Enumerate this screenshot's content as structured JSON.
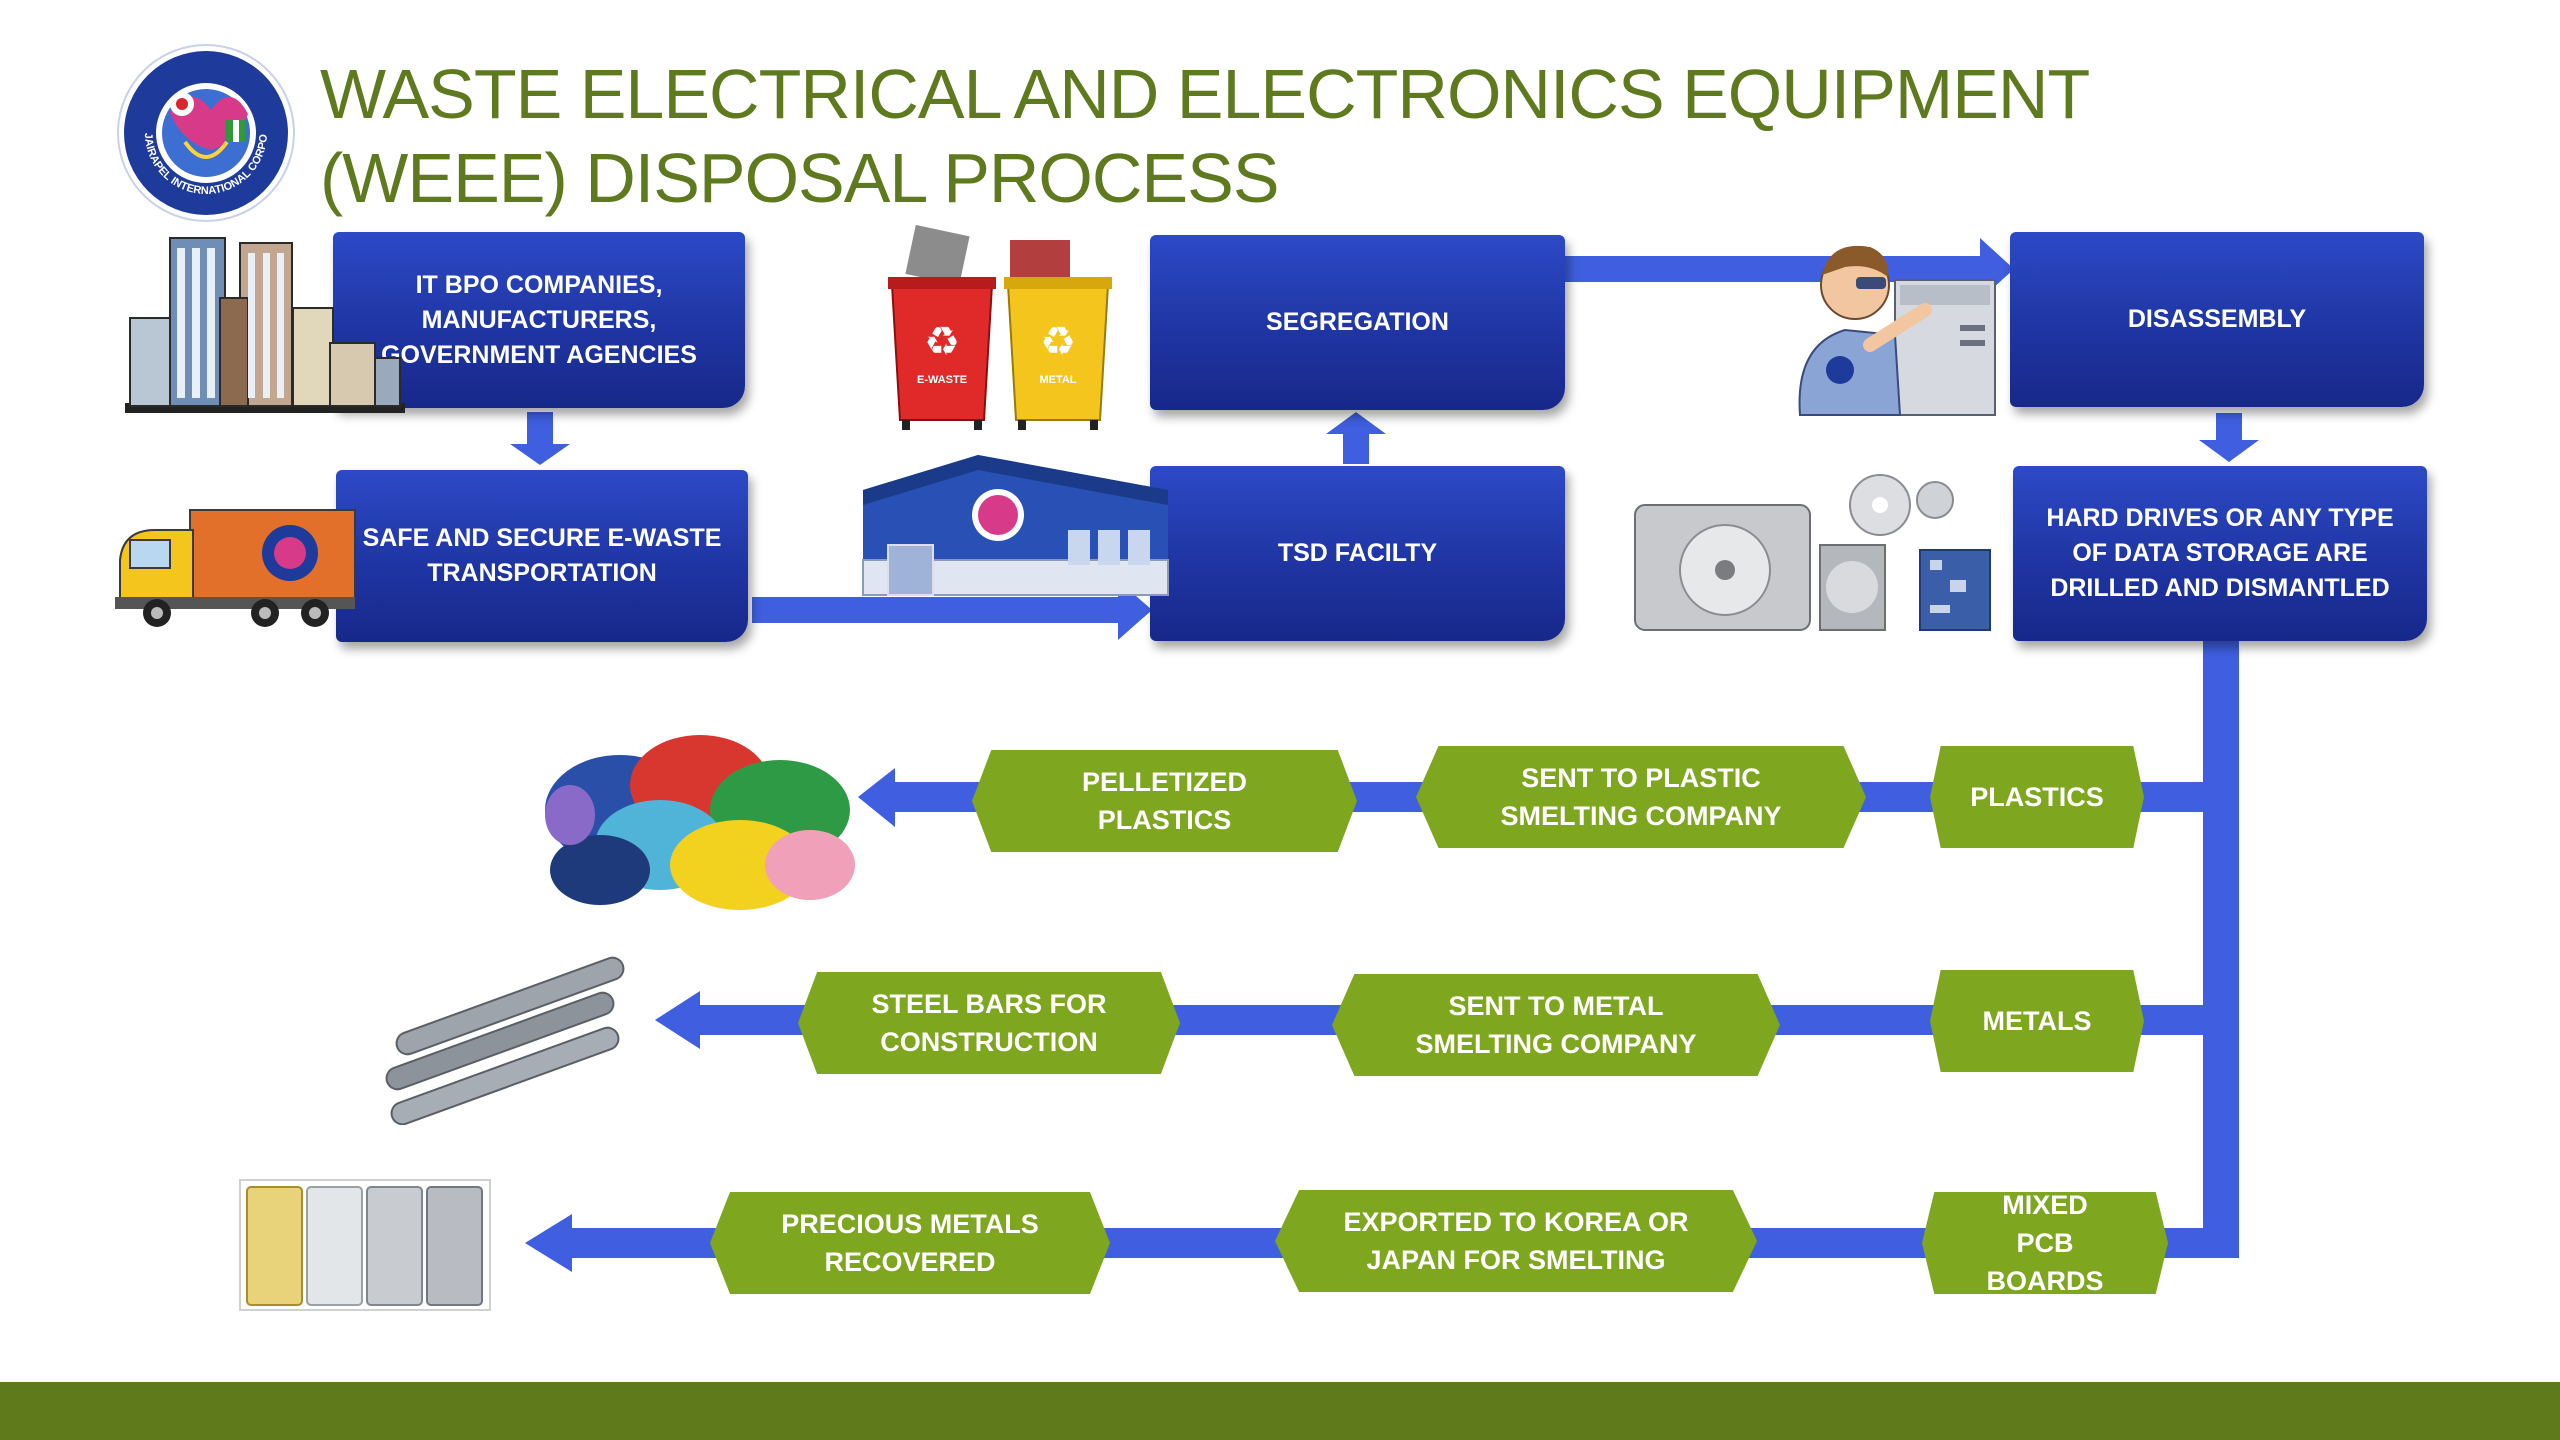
{
  "title": {
    "line1": "WASTE ELECTRICAL AND ELECTRONICS EQUIPMENT",
    "line2": "(WEEE) DISPOSAL PROCESS"
  },
  "logo": {
    "text": "JAIRAPEL INTERNATIONAL CORPORATION"
  },
  "colors": {
    "title": "#5f7a1e",
    "blue_box": "#1f35a3",
    "arrow": "#3f5fe0",
    "green_hex": "#7ea61f",
    "footer": "#5e7a1a"
  },
  "steps": {
    "companies": "IT BPO COMPANIES, MANUFACTURERS, GOVERNMENT AGENCIES",
    "transport": "SAFE AND SECURE E-WASTE TRANSPORTATION",
    "tsd": "TSD FACILTY",
    "segregation": "SEGREGATION",
    "disassembly": "DISASSEMBLY",
    "drives": "HARD DRIVES OR ANY TYPE OF DATA STORAGE  ARE DRILLED AND DISMANTLED"
  },
  "streams": {
    "plastics": {
      "source": "PLASTICS",
      "process": "SENT TO PLASTIC SMELTING COMPANY",
      "result": "PELLETIZED PLASTICS"
    },
    "metals": {
      "source": "METALS",
      "process": "SENT TO METAL SMELTING COMPANY",
      "result": "STEEL BARS FOR CONSTRUCTION"
    },
    "pcb": {
      "source": "MIXED PCB BOARDS",
      "process": "EXPORTED TO KOREA OR JAPAN FOR SMELTING",
      "result": "PRECIOUS METALS RECOVERED"
    }
  },
  "bins": {
    "ewaste": "E-WASTE",
    "metal": "METAL"
  }
}
